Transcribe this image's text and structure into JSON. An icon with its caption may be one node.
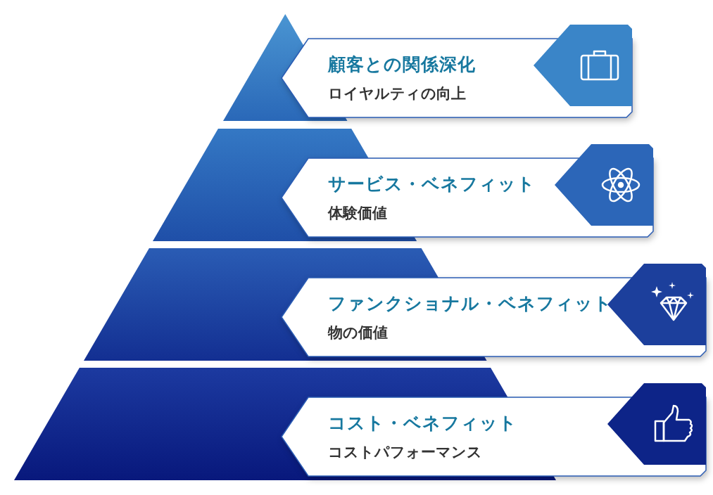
{
  "diagram": {
    "nodes": [
      {
        "text": [],
        "shape": "triangle"
      },
      {
        "text": [],
        "shape": "trapezoid"
      },
      {
        "text": [],
        "shape": "trapezoid"
      },
      {
        "text": [],
        "shape": "trapezoid"
      },
      {
        "text": [
          "顧客との関係深化",
          "ロイヤルティの向上"
        ]
      },
      {
        "text": [
          "サービス・ベネフィット",
          "体験価値"
        ]
      },
      {
        "text": [
          "ファンクショナル・ベネフィット",
          "物の価値"
        ]
      },
      {
        "text": [
          "コスト・ベネフィット",
          "コストパフォーマンス"
        ]
      }
    ]
  }
}
